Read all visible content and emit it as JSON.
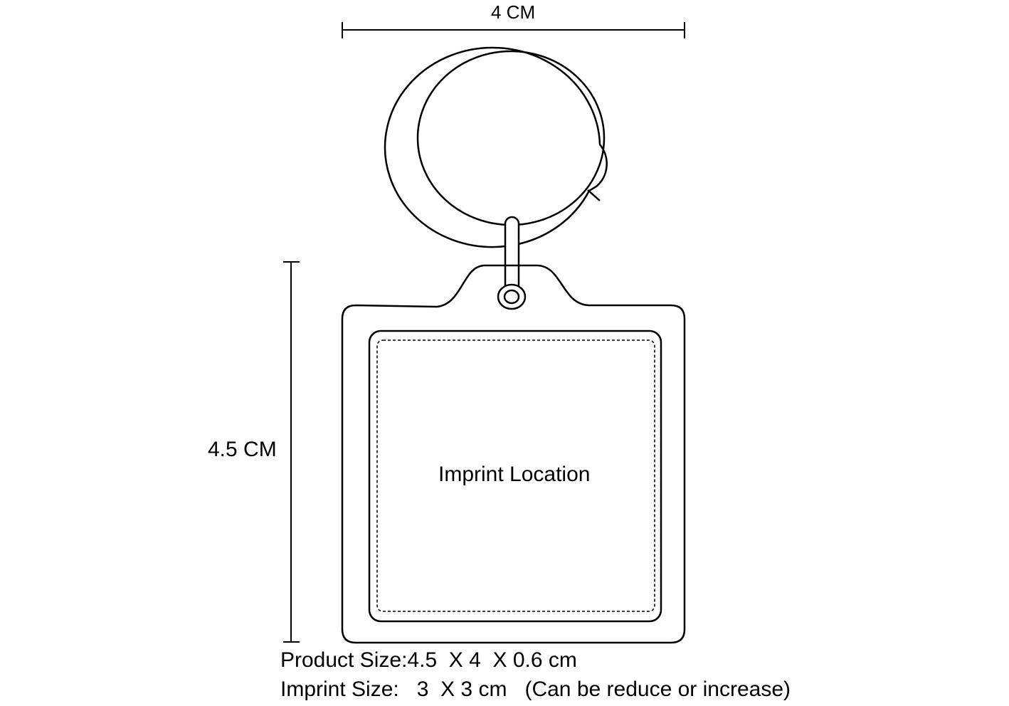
{
  "dimensions": {
    "width_label": "4 CM",
    "height_label": "4.5 CM"
  },
  "imprint_area": {
    "label": "Imprint Location"
  },
  "specs": {
    "product_size_label": "Product Size:",
    "product_size_value": "4.5  X 4  X 0.6 cm",
    "imprint_size_label": "Imprint Size:",
    "imprint_size_value": "3  X 3 cm",
    "imprint_note": "(Can be reduce or increase)"
  },
  "colors": {
    "line": "#000000",
    "background": "#ffffff"
  }
}
